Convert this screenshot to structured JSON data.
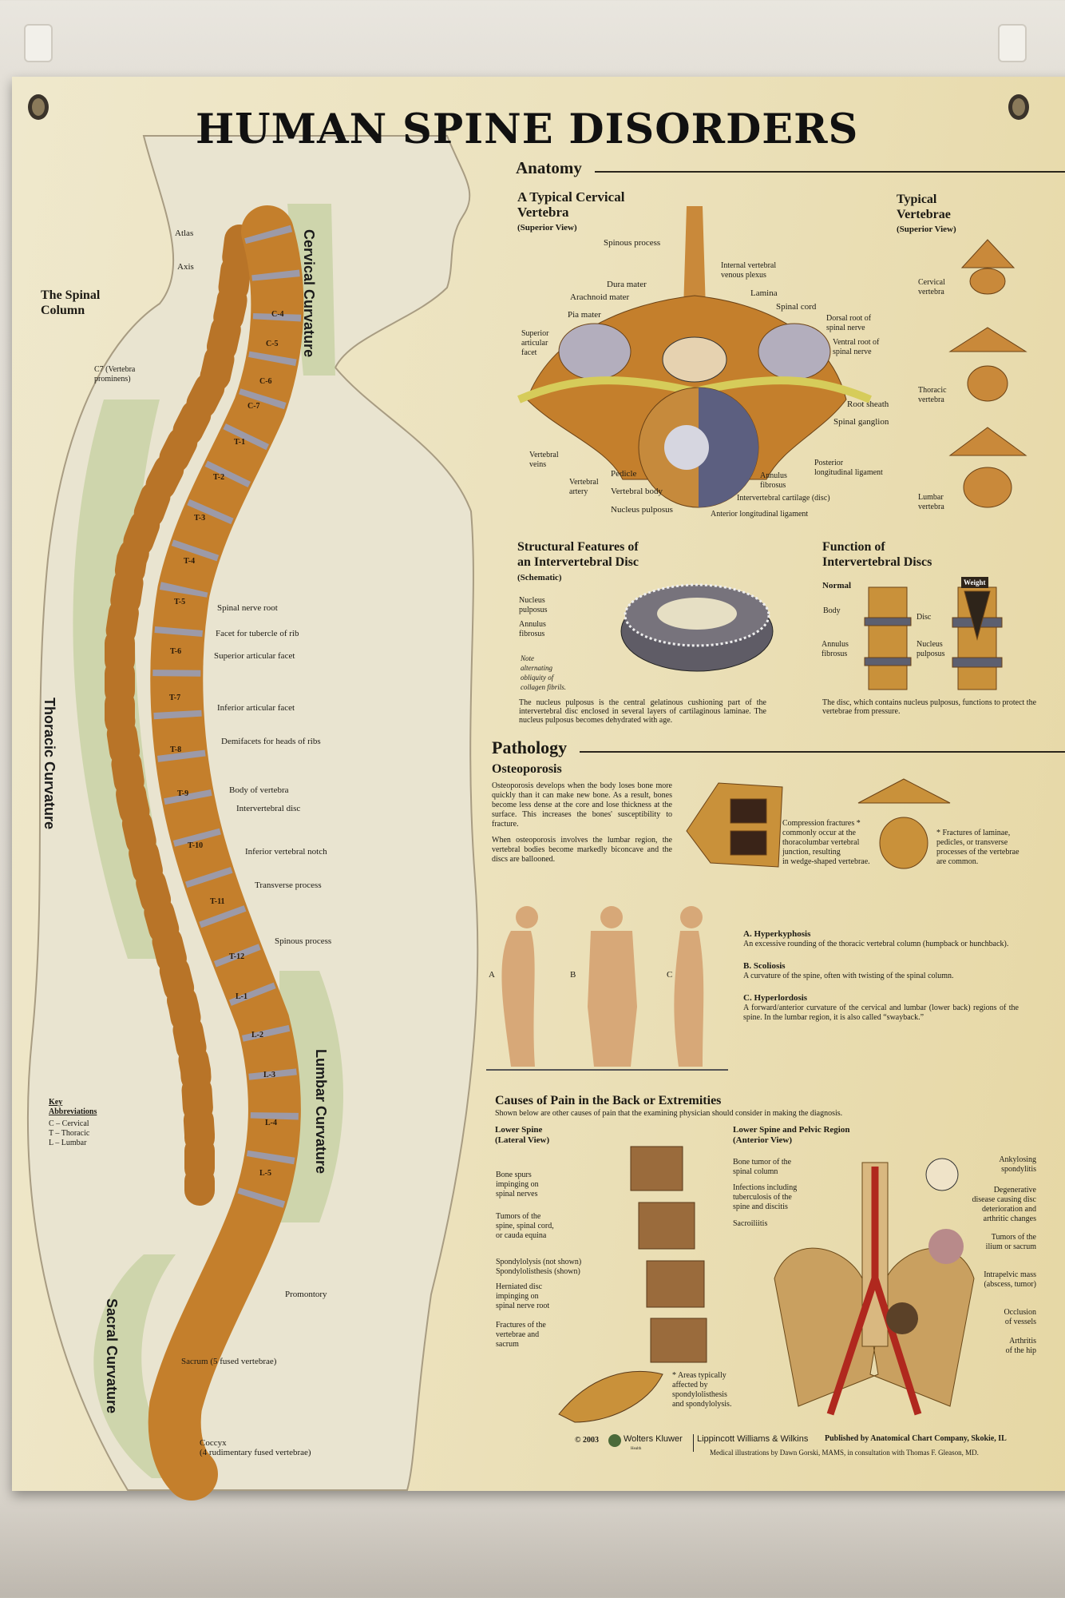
{
  "title": "HUMAN SPINE DISORDERS",
  "colors": {
    "poster": "#ece2bd",
    "bone": "#c47f2c",
    "disc": "#9c9aa8",
    "curvature_band": "#bccb94",
    "nerve": "#d6cc5a",
    "artery": "#b0281e"
  },
  "spinal_column": {
    "heading": "The Spinal\nColumn",
    "labels": {
      "atlas": "Atlas",
      "axis": "Axis",
      "c7": "C7 (Vertebra\nprominens)",
      "spinal_nerve_root": "Spinal nerve root",
      "facet_tubercle": "Facet for tubercle of rib",
      "superior_facet": "Superior articular facet",
      "inferior_facet": "Inferior articular facet",
      "demifacets": "Demifacets for heads of ribs",
      "body": "Body of vertebra",
      "disc": "Intervertebral disc",
      "notch": "Inferior vertebral notch",
      "transverse": "Transverse process",
      "spinous": "Spinous process",
      "promontory": "Promontory",
      "sacrum": "Sacrum (5 fused vertebrae)",
      "coccyx": "Coccyx\n(4 rudimentary fused vertebrae)"
    },
    "curvatures": {
      "cervical": "Cervical Curvature",
      "thoracic": "Thoracic Curvature",
      "lumbar": "Lumbar Curvature",
      "sacral": "Sacral Curvature"
    },
    "levels": [
      "C-4",
      "C-5",
      "C-6",
      "C-7",
      "T-1",
      "T-2",
      "T-3",
      "T-4",
      "T-5",
      "T-6",
      "T-7",
      "T-8",
      "T-9",
      "T-10",
      "T-11",
      "T-12",
      "L-1",
      "L-2",
      "L-3",
      "L-4",
      "L-5"
    ],
    "key": {
      "heading": "Key\nAbbreviations",
      "items": [
        "C – Cervical",
        "T – Thoracic",
        "L – Lumbar"
      ]
    }
  },
  "anatomy": {
    "heading": "Anatomy",
    "cervical": {
      "title": "A Typical Cervical\nVertebra",
      "subtitle": "(Superior View)",
      "labels": {
        "spinous": "Spinous process",
        "plexus": "Internal vertebral\nvenous plexus",
        "dura": "Dura mater",
        "lamina": "Lamina",
        "arachnoid": "Arachnoid mater",
        "cord": "Spinal cord",
        "pia": "Pia mater",
        "dorsal": "Dorsal root of\nspinal nerve",
        "sup_facet": "Superior\narticular\nfacet",
        "ventral": "Ventral root of\nspinal nerve",
        "sheath": "Root sheath",
        "ganglion": "Spinal ganglion",
        "veins": "Vertebral\nveins",
        "post_lig": "Posterior\nlongitudinal ligament",
        "pedicle": "Pedicle",
        "annulus": "Annulus\nfibrosus",
        "artery": "Vertebral\nartery",
        "body": "Vertebral body",
        "cartilage": "Intervertebral cartilage (disc)",
        "nucleus": "Nucleus pulposus",
        "ant_lig": "Anterior longitudinal ligament"
      }
    },
    "typical": {
      "title": "Typical\nVertebrae",
      "subtitle": "(Superior View)",
      "items": [
        "Cervical\nvertebra",
        "Thoracic\nvertebra",
        "Lumbar\nvertebra"
      ]
    },
    "disc": {
      "title": "Structural Features of\nan Intervertebral Disc",
      "subtitle": "(Schematic)",
      "nucleus": "Nucleus\npulposus",
      "annulus": "Annulus\nfibrosus",
      "note": "Note\nalternating\nobliquity of\ncollagen fibrils.",
      "text": "The nucleus pulposus is the central gelatinous cushioning part of the intervertebral disc enclosed in several layers of cartilaginous laminae. The nucleus pulposus becomes dehydrated with age."
    },
    "function": {
      "title": "Function of\nIntervertebral Discs",
      "normal": "Normal",
      "weight": "Weight",
      "body": "Body",
      "disc": "Disc",
      "annulus": "Annulus\nfibrosus",
      "nucleus": "Nucleus\npulposus",
      "text": "The disc, which contains nucleus pulposus, functions to protect the vertebrae from pressure."
    }
  },
  "pathology": {
    "heading": "Pathology",
    "osteo": {
      "title": "Osteoporosis",
      "p1": "Osteoporosis develops when the body loses bone more quickly than it can make new bone. As a result, bones become less dense at the core and lose thickness at the surface. This increases the bones' susceptibility to fracture.",
      "p2": "When osteoporosis involves the lumbar region, the vertebral bodies become markedly biconcave and the discs are ballooned.",
      "compression": "Compression fractures *\ncommonly occur at the\nthoracolumbar vertebral\njunction, resulting\nin wedge-shaped vertebrae.",
      "laminae": "* Fractures of laminae,\npedicles, or transverse\nprocesses of the vertebrae\nare common."
    },
    "figures": [
      "A",
      "B",
      "C"
    ],
    "conditions": [
      {
        "title": "A. Hyperkyphosis",
        "text": "An excessive rounding of the thoracic vertebral column (humpback or hunchback)."
      },
      {
        "title": "B. Scoliosis",
        "text": "A curvature of the spine, often with twisting of the spinal column."
      },
      {
        "title": "C. Hyperlordosis",
        "text": "A forward/anterior curvature of the cervical and lumbar (lower back) regions of the spine. In the lumbar region, it is also called “swayback.”"
      }
    ]
  },
  "causes": {
    "title": "Causes of Pain in the Back or Extremities",
    "subtitle": "Shown below are other causes of pain that the examining physician should consider in making the diagnosis.",
    "lateral": {
      "title": "Lower Spine\n(Lateral View)",
      "labels": [
        "Bone spurs\nimpinging on\nspinal nerves",
        "Tumors of the\nspine, spinal cord,\nor cauda equina",
        "Spondylolysis (not shown)\nSpondylolisthesis (shown)",
        "Herniated disc\nimpinging on\nspinal nerve root",
        "Fractures of the\nvertebrae and\nsacrum"
      ],
      "note": "* Areas typically\naffected by\nspondylolisthesis\nand spondylolysis."
    },
    "anterior": {
      "title": "Lower Spine and Pelvic Region\n(Anterior View)",
      "left": [
        "Bone tumor of the\nspinal column",
        "Infections including\ntuberculosis of the\nspine and discitis",
        "Sacroiliitis"
      ],
      "right": [
        "Ankylosing\nspondylitis",
        "Degenerative\ndisease causing disc\ndeterioration and\narthritic changes",
        "Tumors of the\nilium or sacrum",
        "Intrapelvic mass\n(abscess, tumor)",
        "Occlusion\nof vessels",
        "Arthritis\nof the hip"
      ]
    }
  },
  "footer": {
    "copyright": "© 2003",
    "brand": "Wolters Kluwer",
    "brand_sub": "Health",
    "imprint": "Lippincott Williams & Wilkins",
    "publisher": "Published by Anatomical Chart Company, Skokie, IL",
    "credits": "Medical illustrations by Dawn Gorski, MAMS, in consultation with Thomas F. Gleason, MD."
  }
}
